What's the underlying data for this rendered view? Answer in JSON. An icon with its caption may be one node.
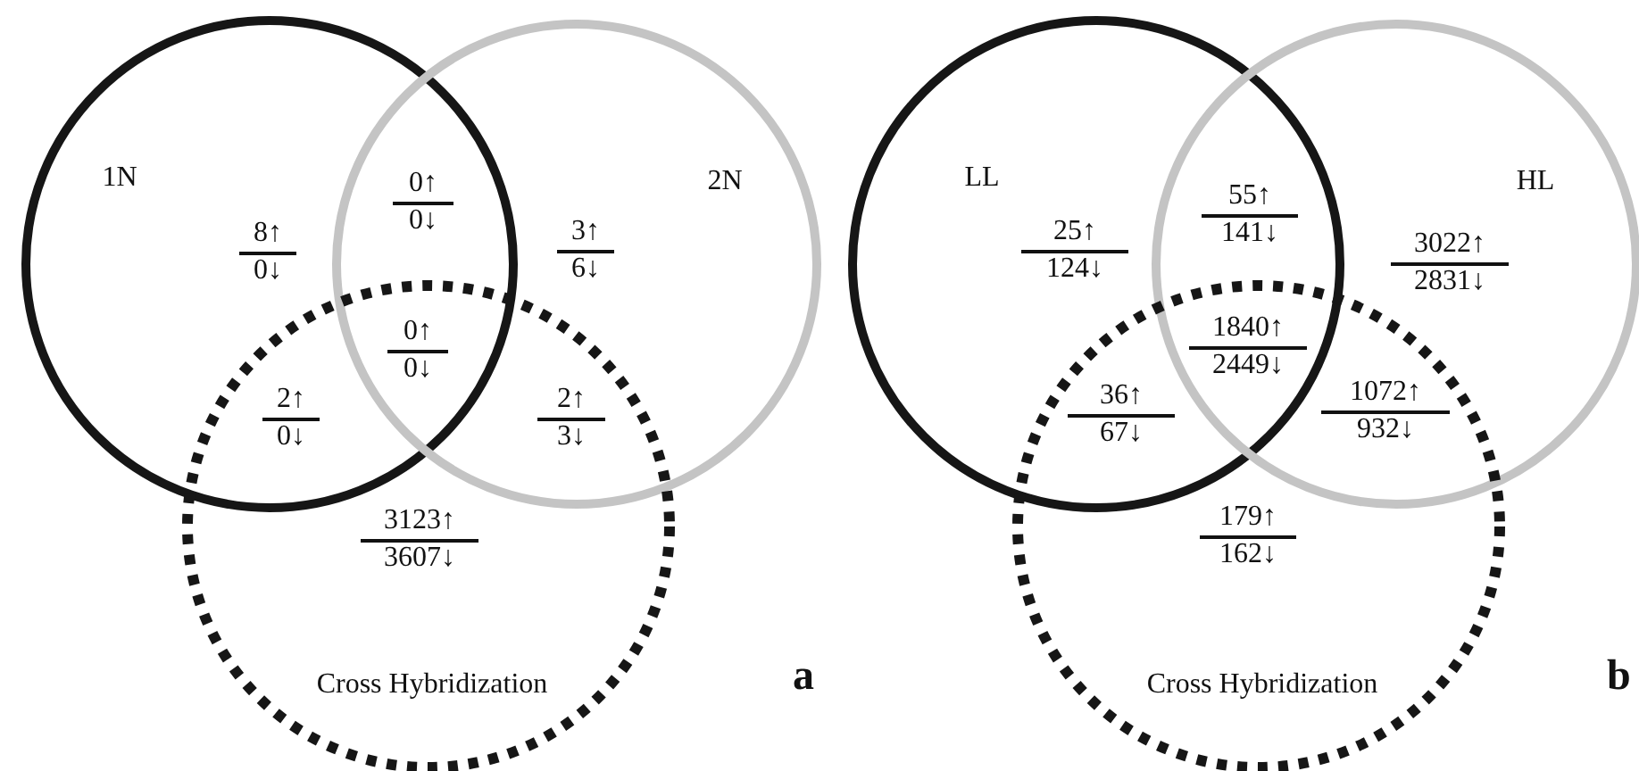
{
  "diagram": {
    "nodes": [
      {
        "text": [
          "1N"
        ]
      },
      {
        "text": [
          "2N"
        ]
      },
      {
        "text": [
          "Cross Hybridization"
        ]
      },
      {
        "text": [
          "LL"
        ]
      },
      {
        "text": [
          "HL"
        ]
      },
      {
        "text": [
          "Cross Hybridization"
        ]
      }
    ],
    "labels": [
      "8↑",
      "0↓",
      "0↑",
      "0↓",
      "3↑",
      "6↓",
      "0↑",
      "0↓",
      "2↑",
      "0↓",
      "2↑",
      "3↓",
      "3123↑",
      "3607↓",
      "a",
      "25↑",
      "124↓",
      "55↑",
      "141↓",
      "3022↑",
      "2831↓",
      "1840↑",
      "2449↓",
      "36↑",
      "67↓",
      "1072↑",
      "932↓",
      "179↑",
      "162↓",
      "b"
    ]
  }
}
